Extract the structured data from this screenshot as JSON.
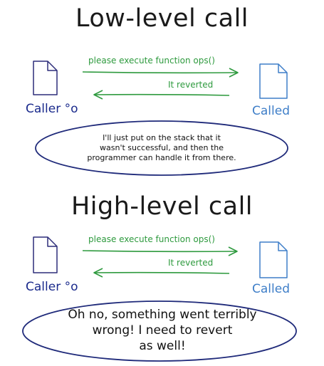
{
  "colors": {
    "message_arrow": "#2e9a3e",
    "caller": "#1a2a8c",
    "called": "#3e7ec8",
    "bubble_outline": "#1f2a7a",
    "document_outline": "#2d2d7a",
    "text": "#111111"
  },
  "low_level": {
    "title": "Low-level call",
    "request": "please execute function ops()",
    "response": "It reverted",
    "caller_label": "Caller °o",
    "called_label": "Called",
    "caller_thought": "I'll just put on the stack that it\nwasn't successful, and then the\nprogrammer can handle it from there."
  },
  "high_level": {
    "title": "High-level call",
    "request": "please execute function ops()",
    "response": "It reverted",
    "caller_label": "Caller °o",
    "called_label": "Called",
    "caller_thought": "Oh no, something went terribly\nwrong! I need to revert\nas well!"
  }
}
